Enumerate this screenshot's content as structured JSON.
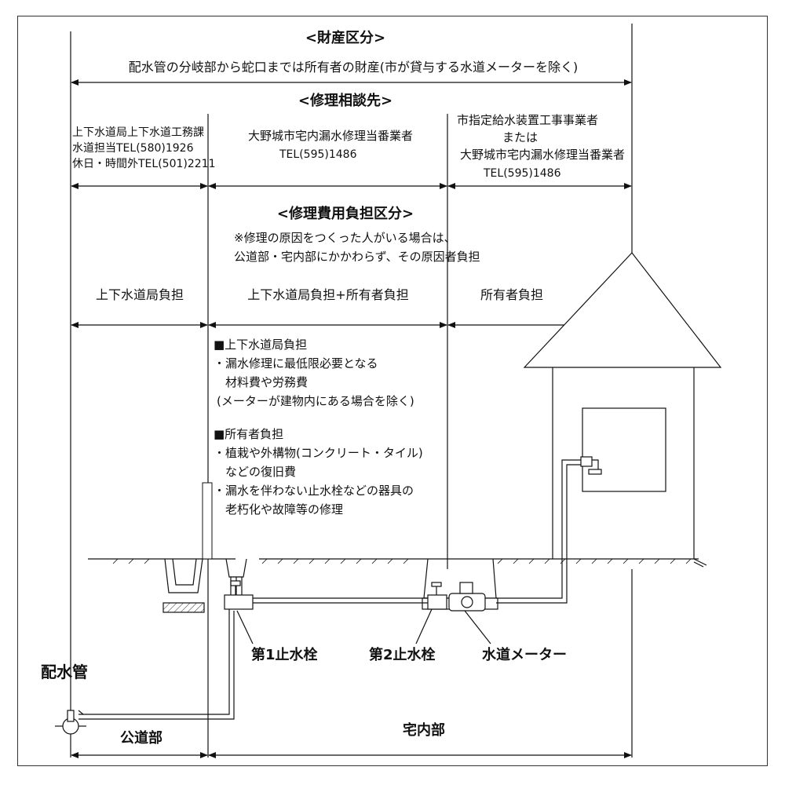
{
  "headings": {
    "ownership": "<財産区分>",
    "repair_contact": "<修理相談先>",
    "cost_split": "<修理費用負担区分>"
  },
  "ownership_text": "配水管の分岐部から蛇口までは所有者の財産(市が貸与する水道メーターを除く)",
  "contacts": {
    "left": [
      "上下水道局上下水道工務課",
      "水道担当TEL(580)1926",
      "休日・時間外TEL(501)2211"
    ],
    "middle": [
      "大野城市宅内漏水修理当番業者",
      "TEL(595)1486"
    ],
    "right": [
      "市指定給水装置工事事業者",
      "または",
      "大野城市宅内漏水修理当番業者",
      "TEL(595)1486"
    ]
  },
  "cost_note": [
    "※修理の原因をつくった人がいる場合は、",
    "公道部・宅内部にかかわらず、その原因者負担"
  ],
  "cost_columns": {
    "left": "上下水道局負担",
    "middle": "上下水道局負担+所有者負担",
    "right": "所有者負担"
  },
  "details": {
    "bureau_heading": "■上下水道局負担",
    "bureau_items": [
      "・漏水修理に最低限必要となる",
      "　材料費や労務費",
      "(メーターが建物内にある場合を除く)"
    ],
    "owner_heading": "■所有者負担",
    "owner_items": [
      "・植栽や外構物(コンクリート・タイル)",
      "　などの復旧費",
      "・漏水を伴わない止水栓などの器具の",
      "　老朽化や故障等の修理"
    ]
  },
  "components": {
    "main_pipe": "配水管",
    "valve1": "第1止水栓",
    "valve2": "第2止水栓",
    "meter": "水道メーター"
  },
  "areas": {
    "public": "公道部",
    "private": "宅内部"
  }
}
